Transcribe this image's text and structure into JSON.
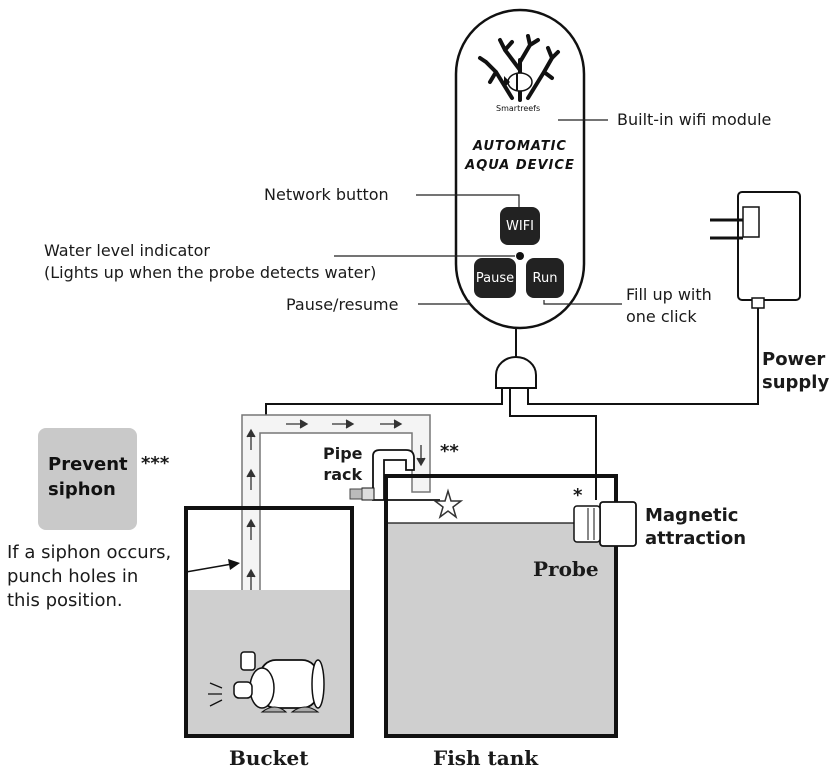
{
  "device": {
    "brand": "Smartreefs",
    "title_line1": "AUTOMATIC",
    "title_line2": "AQUA DEVICE",
    "buttons": {
      "wifi": "WIFI",
      "pause": "Pause",
      "run": "Run"
    }
  },
  "labels": {
    "wifi_module": "Built-in wifi module",
    "network_button": "Network button",
    "water_level_line1": "Water level indicator",
    "water_level_line2": "(Lights up when the probe detects water)",
    "pause_resume": "Pause/resume",
    "fill_line1": "Fill up with",
    "fill_line2": "one click",
    "power_line1": "Power",
    "power_line2": "supply",
    "pipe_line1": "Pipe",
    "pipe_line2": "rack",
    "double_star": "**",
    "single_star": "*",
    "triple_star": "***",
    "magnetic_line1": "Magnetic",
    "magnetic_line2": "attraction",
    "probe": "Probe",
    "prevent_line1": "Prevent",
    "prevent_line2": "siphon",
    "siphon_line1": "If a siphon occurs,",
    "siphon_line2": "punch holes in",
    "siphon_line3": "this position.",
    "bucket": "Bucket",
    "fish_tank": "Fish tank"
  },
  "colors": {
    "water": "#cfcfcf",
    "outline": "#1a1a1a",
    "button": "#222222",
    "siphon_box": "#c9c9c9"
  }
}
